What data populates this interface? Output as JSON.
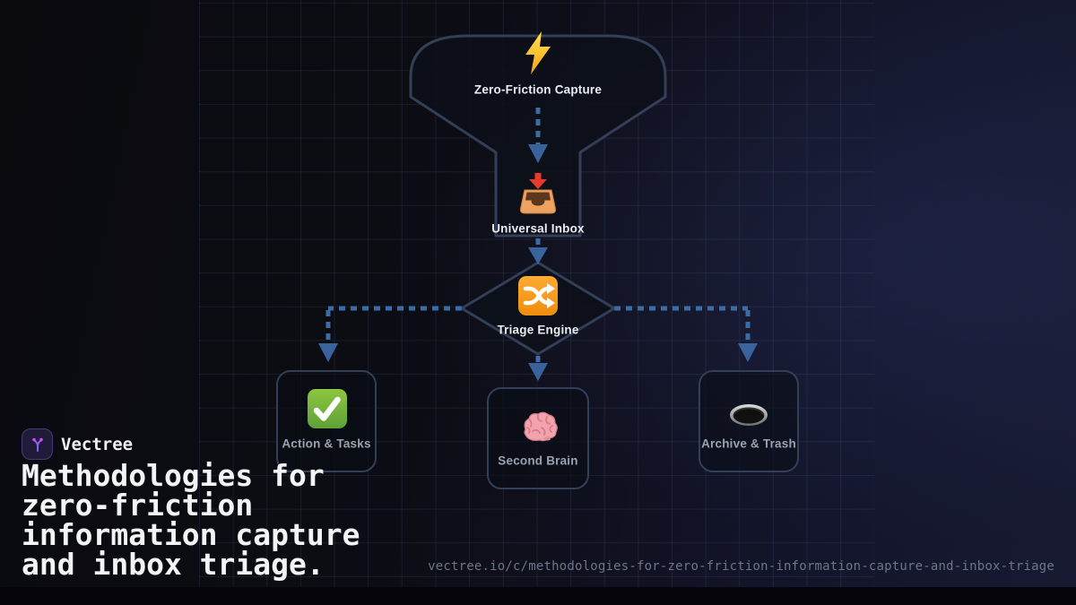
{
  "brand": {
    "name": "Vectree"
  },
  "title": {
    "text": "Methodologies for\nzero-friction\ninformation capture\nand inbox triage."
  },
  "footer": {
    "url": "vectree.io/c/methodologies-for-zero-friction-information-capture-and-inbox-triage"
  },
  "diagram": {
    "nodes": {
      "capture": {
        "label": "Zero-Friction Capture",
        "icon": "lightning-icon",
        "shape": "funnel"
      },
      "inbox": {
        "label": "Universal Inbox",
        "icon": "inbox-tray-icon",
        "shape": "funnel-neck"
      },
      "triage": {
        "label": "Triage Engine",
        "icon": "shuffle-icon",
        "shape": "diamond"
      },
      "action": {
        "label": "Action & Tasks",
        "icon": "check-mark-icon",
        "shape": "card"
      },
      "brain": {
        "label": "Second Brain",
        "icon": "brain-icon",
        "shape": "card"
      },
      "archive": {
        "label": "Archive & Trash",
        "icon": "hole-icon",
        "shape": "card"
      }
    },
    "colors": {
      "connector_blue": "#3d6ba4",
      "outline_slate": "#333f57",
      "shape_fill": "#0d1019",
      "accent_purple": "#8b5cf6",
      "accent_pink": "#d946ef"
    }
  }
}
